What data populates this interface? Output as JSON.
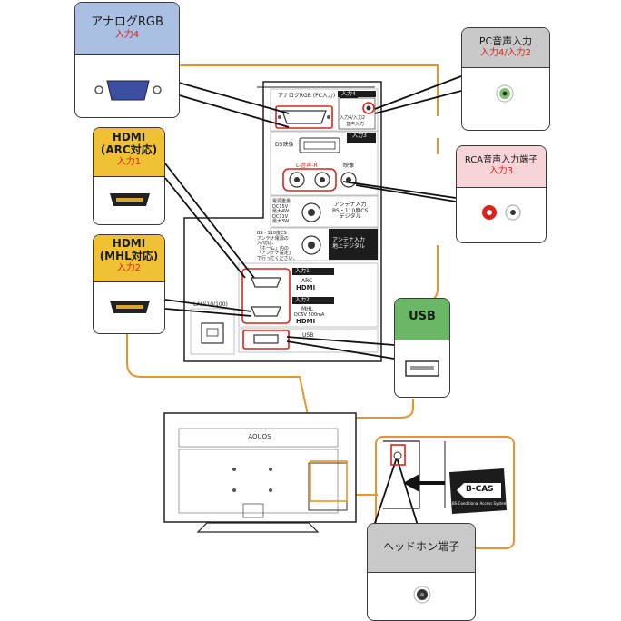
{
  "cards": {
    "analog_rgb": {
      "title": "アナログRGB",
      "sub": "入力4"
    },
    "pc_audio": {
      "title": "PC音声入力",
      "sub": "入力4/入力2"
    },
    "hdmi_arc": {
      "title1": "HDMI",
      "title2": "(ARC対応)",
      "sub": "入力1"
    },
    "rca_audio": {
      "title": "RCA音声入力端子",
      "sub": "入力3"
    },
    "hdmi_mhl": {
      "title1": "HDMI",
      "title2": "(MHL対応)",
      "sub": "入力2"
    },
    "usb": {
      "title": "USB"
    },
    "headphone": {
      "title": "ヘッドホン端子"
    }
  },
  "panel": {
    "rgb_label": "アナログRGB (PC入力)",
    "input4_tag": "入力4",
    "pc_audio_label1": "入力4/入力2",
    "pc_audio_label2": "音声入力",
    "d5_label": "D5映像",
    "input3_tag": "入力3",
    "rca_label": "L-音声-R",
    "video_label": "映像",
    "power_label": "電源重畳\nDC15V\n最大4W\nDC11V\n最大3W",
    "antenna_bs_label1": "アンテナ入力",
    "antenna_bs_label2": "BS・110度CS",
    "antenna_bs_label3": "デジタル",
    "bs_note": "BS・110度CS\nアンテナ電源の\n入/切は、\n「ホーム」内の\n「アンテナ設定」\nで行ってください。",
    "antenna_terr_label1": "アンテナ入力",
    "antenna_terr_label2": "地上デジタル",
    "input1_tag": "入力1",
    "arc_label": "ARC",
    "hdmi_word": "HDMI",
    "input2_tag": "入力2",
    "mhl_label1": "MHL",
    "mhl_label2": "DC5V 500mA",
    "lan_label": "LAN(10/100)",
    "usb_label": "USB"
  },
  "tv": {
    "brand": "AQUOS"
  },
  "bcas": {
    "label": "B-CAS",
    "caption": "BS-Conditional Access Systems"
  },
  "colors": {
    "orange_line": "#e8952a",
    "blue_head": "#a9c0e3",
    "yellow_head": "#f0c233",
    "green_head": "#6ab866",
    "gray_head": "#c9c9c9",
    "pink_head": "#f6d4d7",
    "red": "#e0201b"
  }
}
